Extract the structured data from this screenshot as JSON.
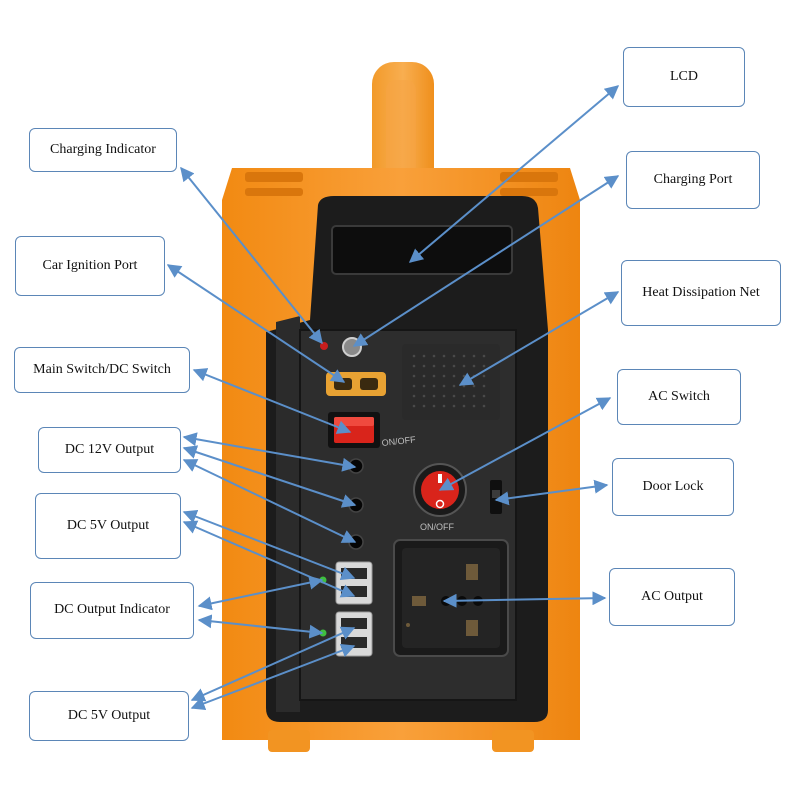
{
  "labels": {
    "lcd": "LCD",
    "charging_indicator": "Charging Indicator",
    "charging_port": "Charging Port",
    "car_ignition_port": "Car Ignition Port",
    "heat_dissipation_net": "Heat Dissipation Net",
    "main_switch": "Main Switch/DC Switch",
    "ac_switch": "AC Switch",
    "dc_12v_output": "DC 12V Output",
    "door_lock": "Door Lock",
    "dc_5v_output_upper": "DC 5V Output",
    "dc_output_indicator": "DC Output Indicator",
    "ac_output": "AC Output",
    "dc_5v_output_lower": "DC 5V Output"
  },
  "device_markings": {
    "dc_switch_text": "ON/OFF",
    "ac_switch_text": "ON/OFF"
  },
  "colors": {
    "body_orange": "#f7941d",
    "panel_black": "#1f1f1f",
    "callout_border": "#5b86b7",
    "arrow_blue": "#5b8fc9",
    "switch_red": "#d9241b",
    "indicator_green": "#3fbf3f"
  }
}
